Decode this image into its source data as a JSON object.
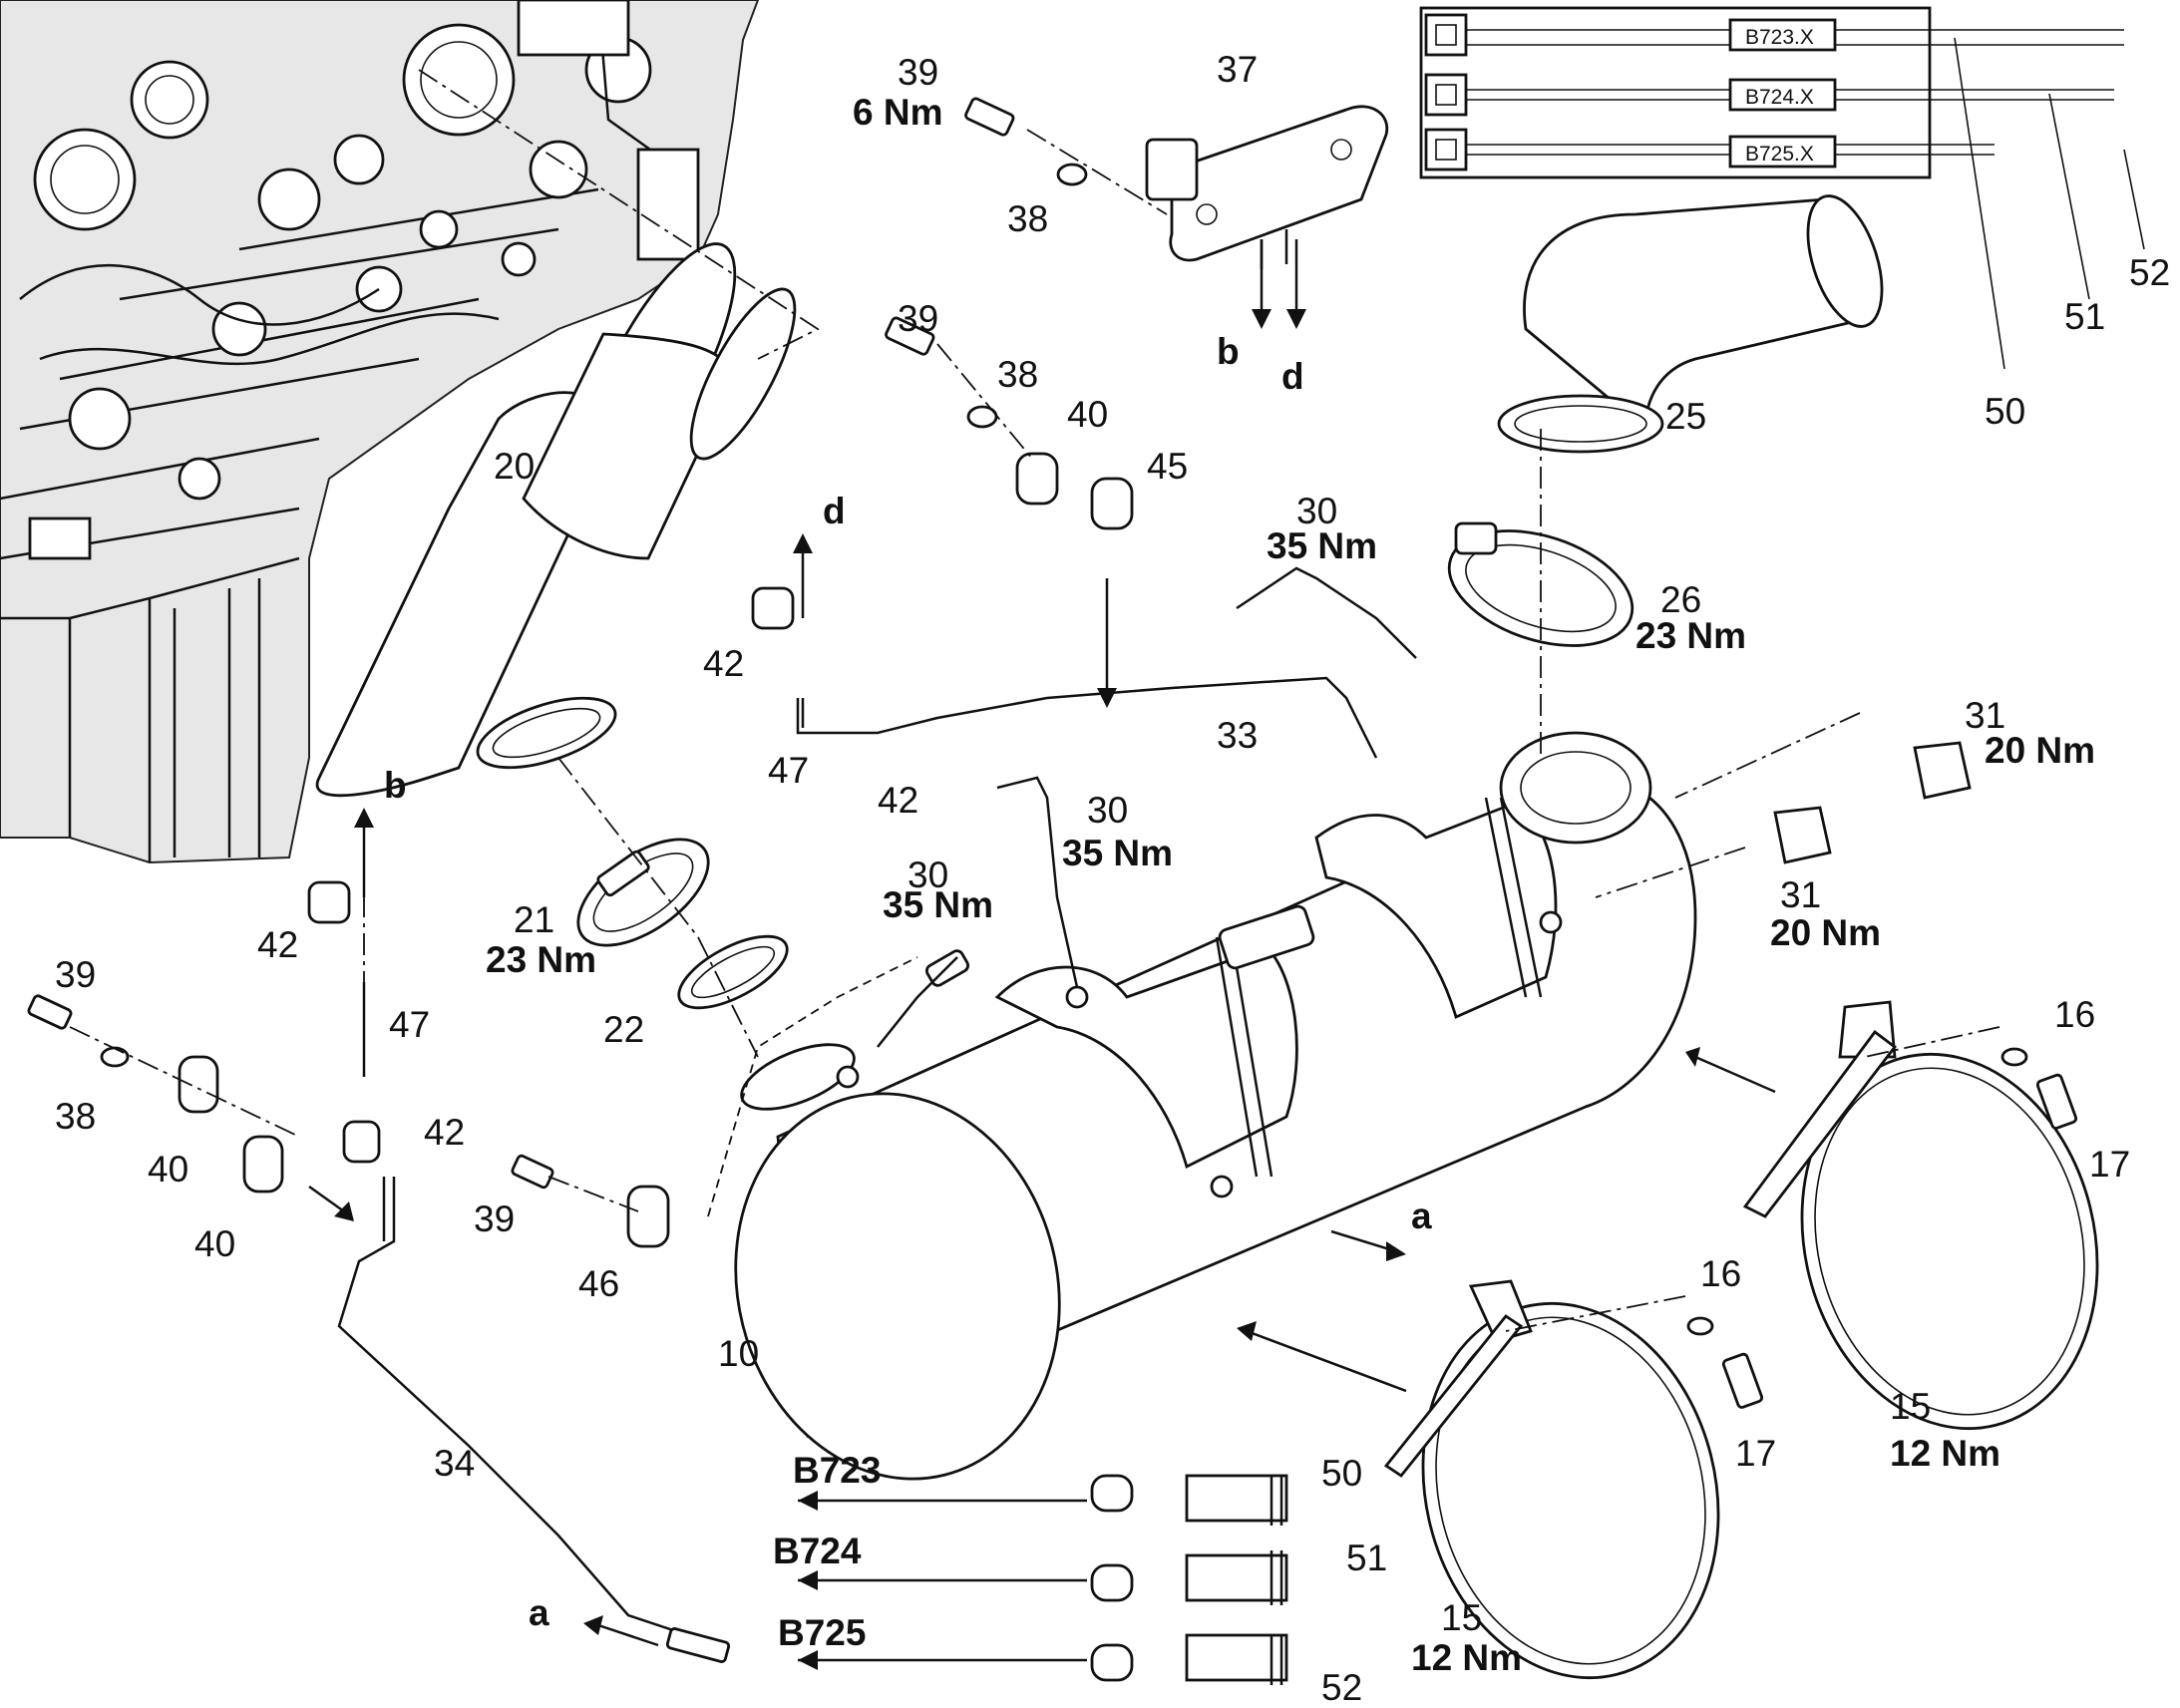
{
  "part_numbers": {
    "p10": "10",
    "p15a": "15",
    "p15b": "15",
    "p16a": "16",
    "p16b": "16",
    "p17a": "17",
    "p17b": "17",
    "p20": "20",
    "p21": "21",
    "p22": "22",
    "p25": "25",
    "p26": "26",
    "p30a": "30",
    "p30b": "30",
    "p30c": "30",
    "p31a": "31",
    "p31b": "31",
    "p33": "33",
    "p34": "34",
    "p37": "37",
    "p38a": "38",
    "p38b": "38",
    "p38c": "38",
    "p39a": "39",
    "p39b": "39",
    "p39c": "39",
    "p39d": "39",
    "p40a": "40",
    "p40b": "40",
    "p40c": "40",
    "p42a": "42",
    "p42b": "42",
    "p42c": "42",
    "p42d": "42",
    "p45": "45",
    "p46": "46",
    "p47a": "47",
    "p47b": "47",
    "p50a": "50",
    "p50b": "50",
    "p51a": "51",
    "p51b": "51",
    "p52a": "52",
    "p52b": "52"
  },
  "torques": {
    "t39": "6 Nm",
    "t30a": "35 Nm",
    "t30b": "35 Nm",
    "t30c": "35 Nm",
    "t26": "23 Nm",
    "t21": "23 Nm",
    "t31a": "20 Nm",
    "t31b": "20 Nm",
    "t15a": "12 Nm",
    "t15b": "12 Nm"
  },
  "letters": {
    "a1": "a",
    "a2": "a",
    "b1": "b",
    "b2": "b",
    "d1": "d",
    "d2": "d"
  },
  "sensors": {
    "s1": "B723",
    "s2": "B724",
    "s3": "B725"
  },
  "cable_tags": {
    "t1": "B723.X",
    "t2": "B724.X",
    "t3": "B725.X"
  }
}
